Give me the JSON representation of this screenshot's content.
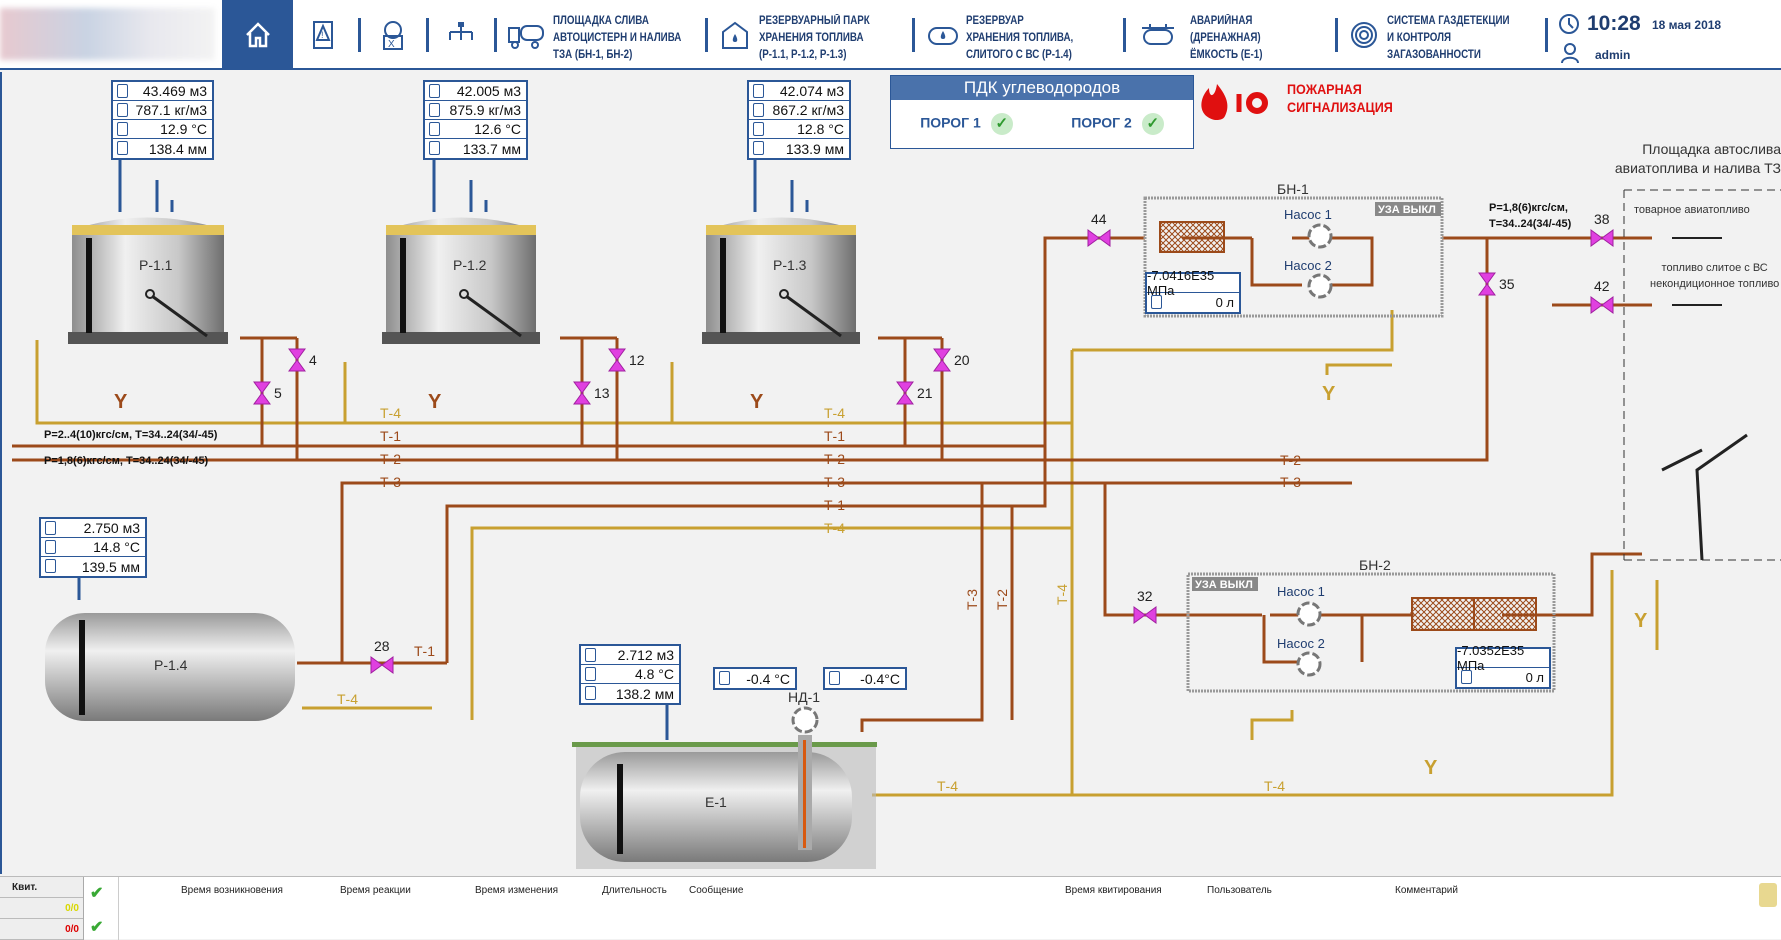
{
  "header": {
    "nav": [
      {
        "icon": "alarm-document-icon"
      },
      {
        "icon": "excel-report-icon"
      },
      {
        "icon": "hierarchy-icon"
      },
      {
        "icon": "tanker-truck-icon",
        "label": [
          "ПЛОЩАДКА СЛИВА",
          "АВТОЦИСТЕРН И НАЛИВА",
          "ТЗА (БН-1, БН-2)"
        ]
      },
      {
        "icon": "tank-farm-icon",
        "label": [
          "РЕЗЕРВУАРНЫЙ ПАРК",
          "ХРАНЕНИЯ ТОПЛИВА",
          "(Р-1.1, Р-1.2, Р-1.3)"
        ]
      },
      {
        "icon": "horizontal-tank-icon",
        "label": [
          "РЕЗЕРВУАР",
          "ХРАНЕНИЯ ТОПЛИВА,",
          "СЛИТОГО С ВС (Р-1.4)"
        ]
      },
      {
        "icon": "drain-tank-icon",
        "label": [
          "АВАРИЙНАЯ",
          "(ДРЕНАЖНАЯ)",
          "ЁМКОСТЬ (Е-1)"
        ]
      },
      {
        "icon": "gas-detection-icon",
        "label": [
          "СИСТЕМА ГАЗДЕТЕКЦИИ",
          "И КОНТРОЛЯ",
          "ЗАГАЗОВАННОСТИ"
        ]
      }
    ],
    "time": "10:28",
    "date": "18 мая 2018",
    "user": "admin"
  },
  "tanks": {
    "p11": {
      "name": "Р-1.1",
      "volume": "43.469 м3",
      "density": "787.1 кг/м3",
      "temp": "12.9  °C",
      "level": "138.4  мм"
    },
    "p12": {
      "name": "Р-1.2",
      "volume": "42.005 м3",
      "density": "875.9 кг/м3",
      "temp": "12.6  °C",
      "level": "133.7  мм"
    },
    "p13": {
      "name": "Р-1.3",
      "volume": "42.074 м3",
      "density": "867.2 кг/м3",
      "temp": "12.8  °C",
      "level": "133.9  мм"
    },
    "p14": {
      "name": "Р-1.4",
      "volume": "2.750 м3",
      "temp": "14.8    °C",
      "level": "139.5  мм"
    },
    "e1": {
      "name": "Е-1",
      "volume": "2.712 м3",
      "temp": "4.8 °C",
      "level": "138.2 мм",
      "temp_a": "-0.4 °C",
      "temp_b": "-0.4°C",
      "pump": "НД-1"
    }
  },
  "pdk": {
    "title": "ПДК углеводородов",
    "threshold1": "ПОРОГ 1",
    "threshold2": "ПОРОГ 2"
  },
  "fire_alarm": {
    "line1": "ПОЖАРНАЯ",
    "line2": "СИГНАЛИЗАЦИЯ"
  },
  "site": {
    "line1": "Площадка автослива",
    "line2": "авиатоплива и налива ТЗ",
    "product1": "товарное авиатопливо",
    "product2a": "топливо слитое с ВС",
    "product2b": "некондиционное топливо"
  },
  "bn1": {
    "name": "БН-1",
    "uza": "УЗА ВЫКЛ",
    "pump1": "Насос 1",
    "pump2": "Насос 2",
    "pressure": "-7.0416E35 МПа",
    "volume": "0 л"
  },
  "bn2": {
    "name": "БН-2",
    "uza": "УЗА ВЫКЛ",
    "pump1": "Насос 1",
    "pump2": "Насос 2",
    "pressure": "-7.0352E35 МПа",
    "volume": "0 л"
  },
  "params": {
    "left1": "Р=2..4(10)кгс/см, Т=34..24(34/-45)",
    "left2": "Р=1,8(6)кгс/см, Т=34..24(34/-45)",
    "right1": "Р=1,8(6)кгс/см,",
    "right2": "Т=34..24(34/-45)"
  },
  "valves": [
    "4",
    "5",
    "12",
    "13",
    "20",
    "21",
    "28",
    "32",
    "35",
    "38",
    "42",
    "44"
  ],
  "pipes": {
    "t1": "Т-1",
    "t2": "Т-2",
    "t3": "Т-3",
    "t4": "Т-4"
  },
  "alarm_panel": {
    "ack": "Квит.",
    "count_yellow": "0/0",
    "count_red": "0/0",
    "columns": [
      "Время возникновения",
      "Время реакции",
      "Время изменения",
      "Длительность",
      "Сообщение",
      "Время квитирования",
      "Пользователь",
      "Комментарий"
    ]
  },
  "colors": {
    "brand": "#2b5797",
    "pipe_brown": "#9c4a1a",
    "pipe_gold": "#c8a030",
    "valve": "#e040e0",
    "alarm": "#e01010",
    "ok": "#2e9a2e"
  }
}
